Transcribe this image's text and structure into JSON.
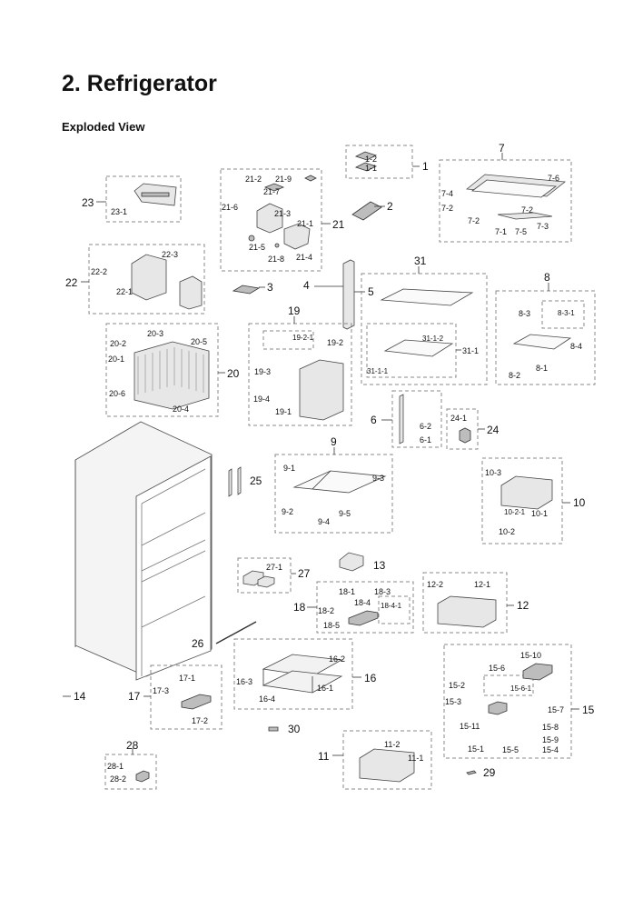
{
  "page": {
    "title": "2.  Refrigerator",
    "subtitle": "Exploded View"
  },
  "callouts": {
    "c1": "1",
    "c1_1": "1-1",
    "c1_2": "1-2",
    "c2": "2",
    "c3": "3",
    "c4": "4",
    "c5": "5",
    "c6": "6",
    "c6_1": "6-1",
    "c6_2": "6-2",
    "c7": "7",
    "c7_1": "7-1",
    "c7_2a": "7-2",
    "c7_2b": "7-2",
    "c7_2c": "7-2",
    "c7_3": "7-3",
    "c7_4": "7-4",
    "c7_5": "7-5",
    "c7_6": "7-6",
    "c8": "8",
    "c8_1": "8-1",
    "c8_2": "8-2",
    "c8_3": "8-3",
    "c8_3_1": "8-3-1",
    "c8_4": "8-4",
    "c9": "9",
    "c9_1": "9-1",
    "c9_2": "9-2",
    "c9_3": "9-3",
    "c9_4": "9-4",
    "c9_5": "9-5",
    "c10": "10",
    "c10_1": "10-1",
    "c10_2": "10-2",
    "c10_2_1": "10-2-1",
    "c10_3": "10-3",
    "c11": "11",
    "c11_1": "11-1",
    "c11_2": "11-2",
    "c12": "12",
    "c12_1": "12-1",
    "c12_2": "12-2",
    "c13": "13",
    "c14": "14",
    "c15": "15",
    "c15_1": "15-1",
    "c15_2": "15-2",
    "c15_3": "15-3",
    "c15_4": "15-4",
    "c15_5": "15-5",
    "c15_6": "15-6",
    "c15_6_1": "15-6-1",
    "c15_7": "15-7",
    "c15_8": "15-8",
    "c15_9": "15-9",
    "c15_10": "15-10",
    "c15_11": "15-11",
    "c16": "16",
    "c16_1": "16-1",
    "c16_2": "16-2",
    "c16_3": "16-3",
    "c16_4": "16-4",
    "c17": "17",
    "c17_1": "17-1",
    "c17_2": "17-2",
    "c17_3": "17-3",
    "c18": "18",
    "c18_1": "18-1",
    "c18_2": "18-2",
    "c18_3": "18-3",
    "c18_4": "18-4",
    "c18_4_1": "18-4-1",
    "c18_5": "18-5",
    "c19": "19",
    "c19_1": "19-1",
    "c19_2": "19-2",
    "c19_2_1": "19-2-1",
    "c19_3": "19-3",
    "c19_4": "19-4",
    "c20": "20",
    "c20_1": "20-1",
    "c20_2": "20-2",
    "c20_3": "20-3",
    "c20_4": "20-4",
    "c20_5": "20-5",
    "c20_6": "20-6",
    "c21": "21",
    "c21_1": "21-1",
    "c21_2": "21-2",
    "c21_3": "21-3",
    "c21_4": "21-4",
    "c21_5": "21-5",
    "c21_6": "21-6",
    "c21_7": "21-7",
    "c21_8": "21-8",
    "c21_9": "21-9",
    "c22": "22",
    "c22_1": "22-1",
    "c22_2": "22-2",
    "c22_3": "22-3",
    "c23": "23",
    "c23_1": "23-1",
    "c24": "24",
    "c24_1": "24-1",
    "c25": "25",
    "c26": "26",
    "c27": "27",
    "c27_1": "27-1",
    "c28": "28",
    "c28_1": "28-1",
    "c28_2": "28-2",
    "c29": "29",
    "c30": "30",
    "c31": "31",
    "c31_1": "31-1",
    "c31_1_1": "31-1-1",
    "c31_1_2": "31-1-2"
  }
}
